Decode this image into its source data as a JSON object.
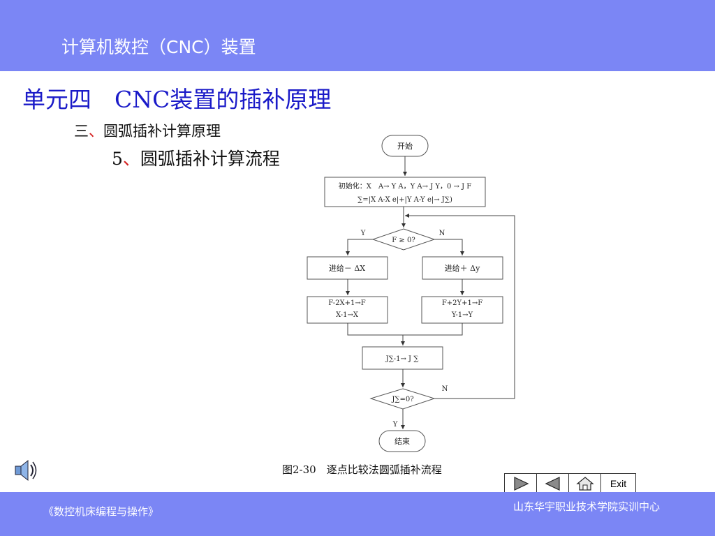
{
  "header": {
    "title": "计算机数控（CNC）装置"
  },
  "unit_title": "单元四　CNC装置的插补原理",
  "section": {
    "num": "三",
    "sep": "、",
    "title": "圆弧插补计算原理"
  },
  "subsection": {
    "num": "5",
    "sep": "、",
    "title": "圆弧插补计算流程"
  },
  "flowchart": {
    "start": "开始",
    "init_line1": "初始化：X　A→ Y A，Y A→ J Y，0 → J F",
    "init_line2": "∑=|X A-X e|+|Y A-Y e|→ J∑)",
    "decision1": "F ≥ 0?",
    "yes1": "Y",
    "no1": "N",
    "step_left": "进给－ ΔX",
    "step_right": "进给＋ Δy",
    "calc_left_1": "F-2X+1→F",
    "calc_left_2": "X-1→X",
    "calc_right_1": "F+2Y+1→F",
    "calc_right_2": "Y-1→Y",
    "counter": "J∑-1→ J ∑",
    "decision2": "J∑=0?",
    "no2": "N",
    "yes2": "Y",
    "end": "结束"
  },
  "caption": "图2-30　逐点比较法圆弧插补流程",
  "nav": {
    "exit_label": "Exit"
  },
  "footer": {
    "book": "《数控机床编程与操作》",
    "org": "山东华宇职业技术学院实训中心"
  },
  "colors": {
    "bar": "#7b86f5",
    "unit_title": "#1a1ac8",
    "accent_red": "#d42020"
  }
}
